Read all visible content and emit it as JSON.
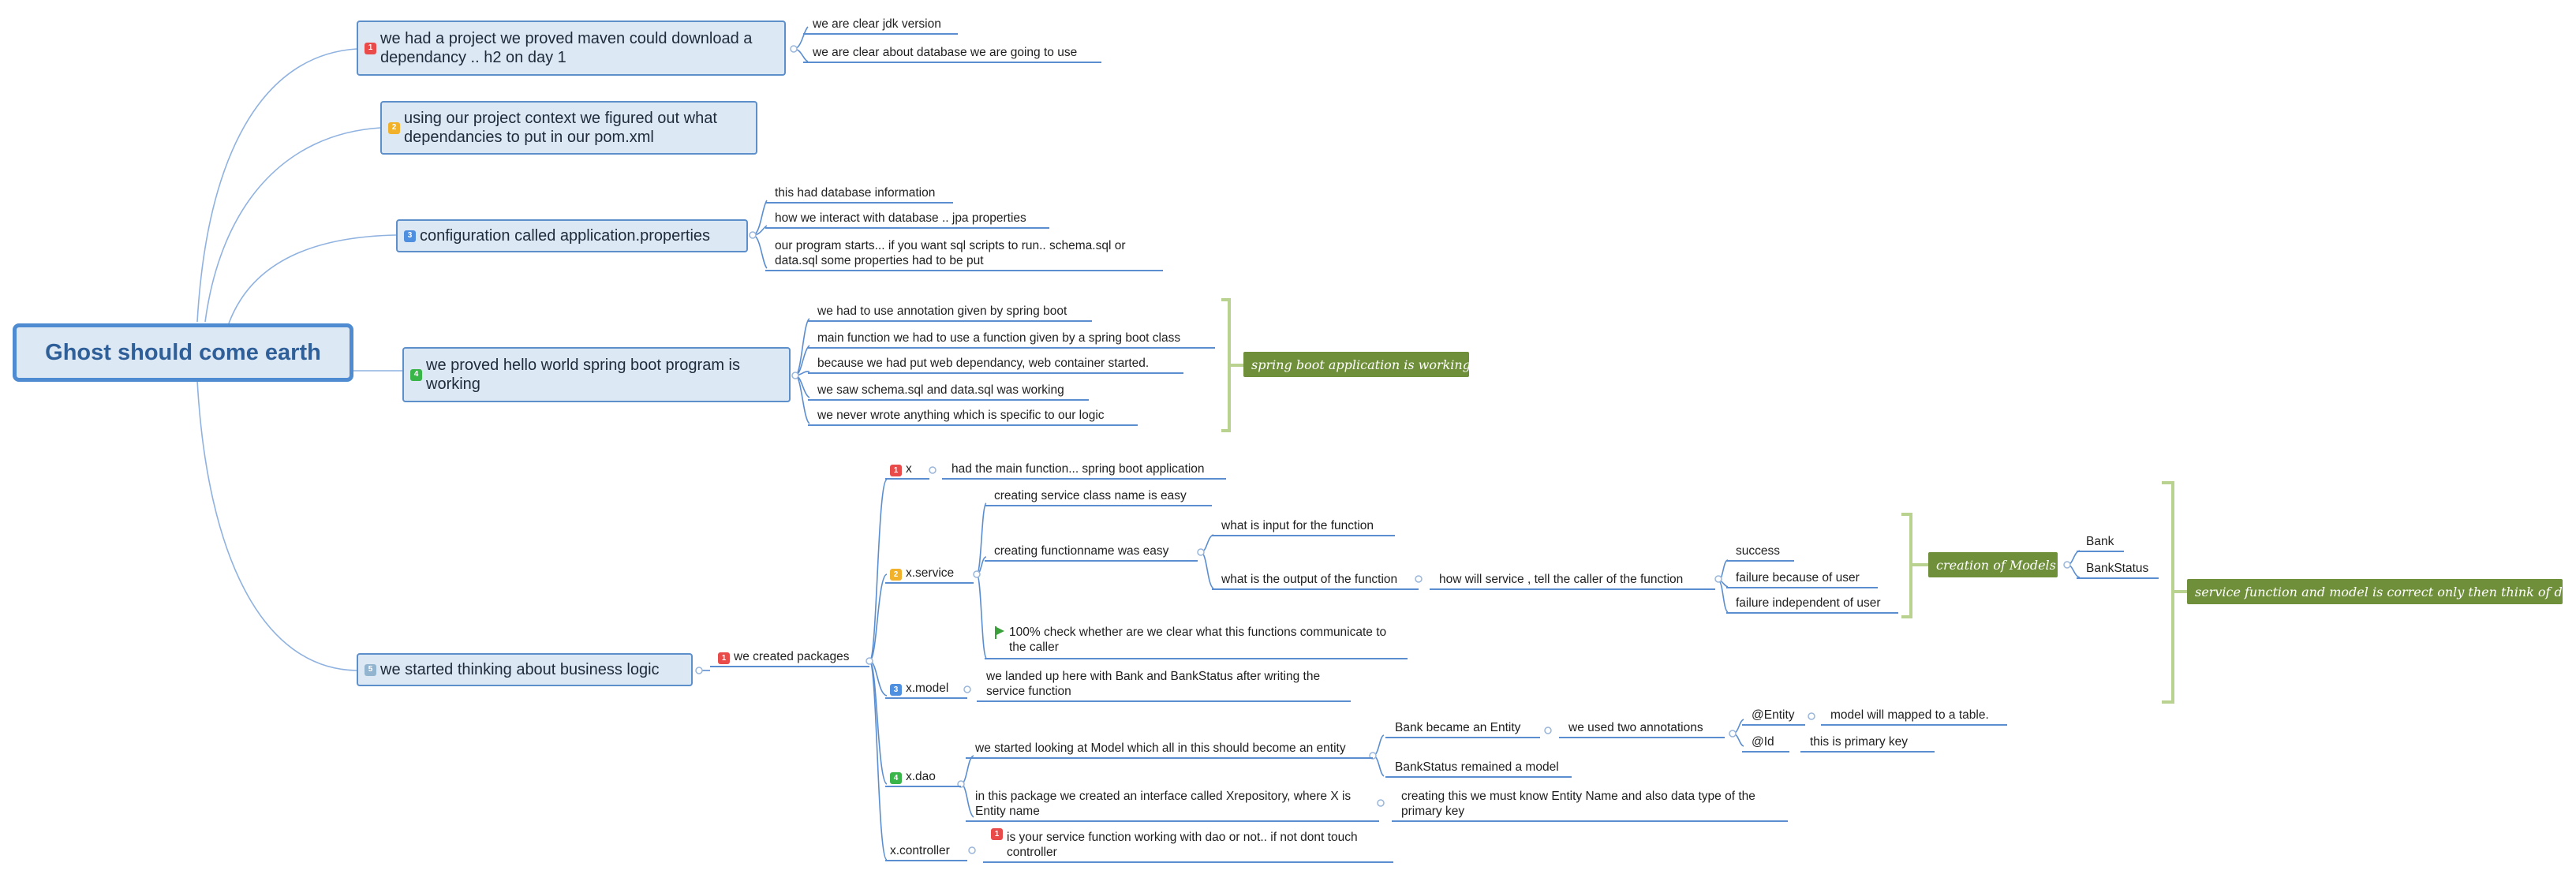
{
  "root": {
    "title": "Ghost should come earth"
  },
  "colors": {
    "accent": "#4f8bd0",
    "node_fill": "#dde8f5",
    "summary_fill": "#6f8f3a",
    "bracket": "#b9d28f",
    "line": "#5b8ed0",
    "p1": "#e94b4b",
    "p2": "#f2b12a",
    "p3": "#4f8fe0",
    "p4": "#39b54a",
    "p5": "#93b4cf"
  },
  "topics": [
    {
      "priority": "1",
      "text": "we had a project we proved maven could download a dependancy .. h2 on day 1",
      "details": [
        "we are clear jdk version",
        "we are clear about database we are going to use"
      ]
    },
    {
      "priority": "2",
      "text": "using our project context we figured out what dependancies to put in our pom.xml"
    },
    {
      "priority": "3",
      "text": "configuration called application.properties",
      "details": [
        "this had database information",
        "how we interact with database .. jpa properties",
        "our program starts... if you want sql scripts to run.. schema.sql or data.sql some properties had to be put"
      ]
    },
    {
      "priority": "4",
      "text": "we proved hello world spring boot program is working",
      "details": [
        "we had to use annotation given by spring boot",
        "main function we had to use a function given by a spring boot class",
        "because we had put web dependancy, web container started.",
        "we saw schema.sql and data.sql was working",
        "we never wrote anything which is specific to our logic"
      ],
      "summary": "spring boot application is working"
    },
    {
      "priority": "5",
      "text": "we started thinking about business logic"
    }
  ],
  "packages": {
    "priority": "1",
    "label": "we created packages",
    "x": {
      "priority": "1",
      "label": "x",
      "detail": "had the main function... spring boot application"
    },
    "service": {
      "priority": "2",
      "label": "x.service",
      "items": [
        "creating service class name is easy",
        "creating functionname was easy",
        "100% check whether are we clear what this functions communicate to the caller"
      ],
      "function_items": [
        "what is input for the function",
        "what is the output of the function"
      ],
      "how": "how will service , tell the caller of the function",
      "outcomes": [
        "success",
        "failure because of user",
        "failure independent of user"
      ],
      "models_summary": "creation of Models",
      "models": [
        "Bank",
        "BankStatus"
      ],
      "big_summary": "service function and model is correct only then think of dao"
    },
    "model": {
      "priority": "3",
      "label": "x.model",
      "detail": "we landed up here with Bank and BankStatus after writing the service function"
    },
    "dao": {
      "priority": "4",
      "label": "x.dao",
      "looking": "we started looking at Model which all in this should become an entity",
      "entity": "Bank became an Entity",
      "annotations": "we used two annotations",
      "entity_annotation": "@Entity",
      "entity_note": "model will mapped to a table.",
      "id_annotation": "@Id",
      "id_note": "this is primary key",
      "remained": "BankStatus remained a model",
      "interface": "in this package we created an interface called Xrepository, where X is Entity name",
      "interface_note": "creating this we must know Entity Name and also data type of the primary key"
    },
    "controller": {
      "priority": "1",
      "label": "x.controller",
      "detail": "is your service function working with dao or not.. if not dont touch controller"
    }
  }
}
